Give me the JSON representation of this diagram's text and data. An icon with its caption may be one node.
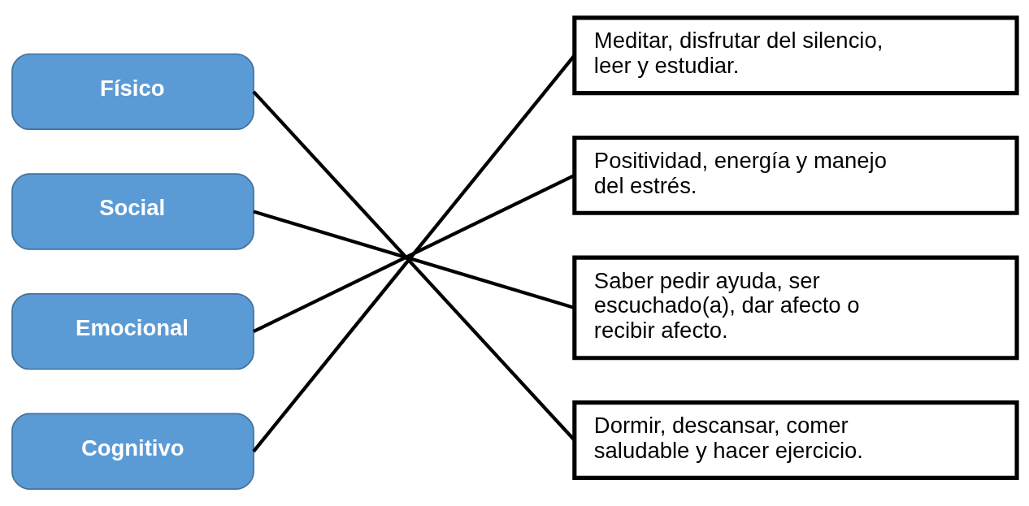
{
  "diagram": {
    "nodes": [
      {
        "text": [
          "Físico"
        ]
      },
      {
        "text": [
          "Social"
        ]
      },
      {
        "text": [
          "Emocional"
        ]
      },
      {
        "text": [
          "Cognitivo"
        ]
      },
      {
        "text": [
          "Meditar, disfrutar del silencio, leer y estudiar."
        ]
      },
      {
        "text": [
          "Positividad, energía y manejo del estrés."
        ]
      },
      {
        "text": [
          "Saber pedir ayuda, ser escuchado(a), dar afecto o recibir afecto."
        ]
      },
      {
        "text": [
          "Dormir, descansar, comer saludable y hacer ejercicio."
        ]
      }
    ],
    "edges": [
      {
        "from": 0,
        "to": 7,
        "arrow": "none"
      },
      {
        "from": 1,
        "to": 6,
        "arrow": "none"
      },
      {
        "from": 2,
        "to": 5,
        "arrow": "none"
      },
      {
        "from": 3,
        "to": 4,
        "arrow": "none"
      }
    ]
  }
}
